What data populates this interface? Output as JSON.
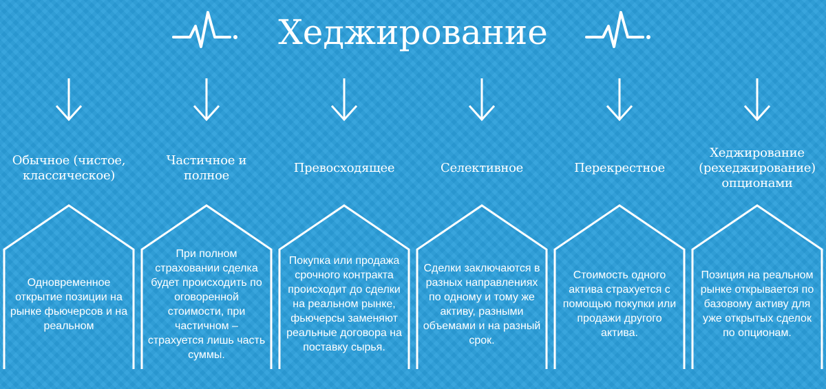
{
  "title": "Хеджирование",
  "icons": {
    "pulse_left": "heartbeat-line-icon",
    "pulse_right": "heartbeat-line-icon",
    "arrow": "arrow-down-icon"
  },
  "colors": {
    "background": "#2b9fdb",
    "foreground": "#ffffff"
  },
  "types": [
    {
      "label": "Обычное (чистое, классическое)",
      "description": "Одновременное открытие позиции на рынке фьючерсов и на реальном"
    },
    {
      "label": "Частичное и полное",
      "description": "При полном страховании сделка будет происходить по оговоренной стоимости, при частичном – страхуется лишь часть суммы."
    },
    {
      "label": "Превосходящее",
      "description": "Покупка или продажа срочного контракта происходит до сделки на реальном рынке, фьючерсы заменяют реальные договора на поставку сырья."
    },
    {
      "label": "Селективное",
      "description": "Сделки заключаются в разных направлениях по одному и тому же активу, разными объемами и на разный срок."
    },
    {
      "label": "Перекрестное",
      "description": "Стоимость одного актива страхуется с помощью покупки или продажи другого актива."
    },
    {
      "label": "Хеджирование (рехеджирование) опционами",
      "description": "Позиция на реальном рынке открывается по базовому активу для уже открытых сделок по опционам."
    }
  ]
}
